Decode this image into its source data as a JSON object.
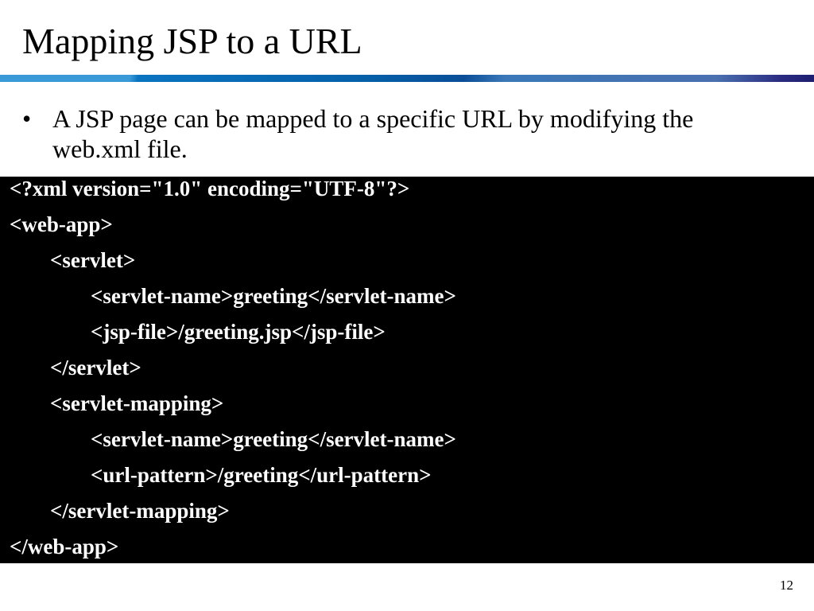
{
  "slide": {
    "title": "Mapping JSP to a URL",
    "bullet": "A JSP page can be mapped to a specific URL by modifying the web.xml file.",
    "bullet_marker": "•",
    "code_lines": [
      {
        "indent": 0,
        "text": "<?xml version=\"1.0\" encoding=\"UTF-8\"?>"
      },
      {
        "indent": 0,
        "text": "<web-app>"
      },
      {
        "indent": 1,
        "text": "<servlet>"
      },
      {
        "indent": 2,
        "text": "<servlet-name>greeting</servlet-name>"
      },
      {
        "indent": 2,
        "text": "<jsp-file>/greeting.jsp</jsp-file>"
      },
      {
        "indent": 1,
        "text": "</servlet>"
      },
      {
        "indent": 1,
        "text": "<servlet-mapping>"
      },
      {
        "indent": 2,
        "text": "<servlet-name>greeting</servlet-name>"
      },
      {
        "indent": 2,
        "text": "<url-pattern>/greeting</url-pattern>"
      },
      {
        "indent": 1,
        "text": "</servlet-mapping>"
      },
      {
        "indent": 0,
        "text": "</web-app>"
      }
    ],
    "page_number": "12"
  }
}
